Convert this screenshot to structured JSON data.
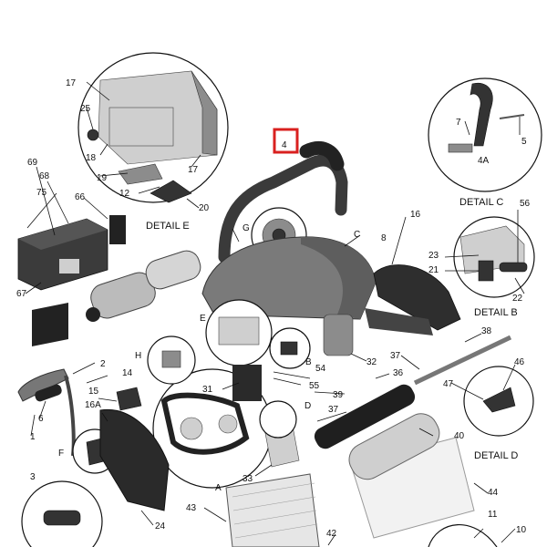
{
  "diagram": {
    "callouts": [
      "1",
      "2",
      "3",
      "4",
      "5",
      "6",
      "7",
      "8",
      "10",
      "11",
      "12",
      "14",
      "15",
      "16",
      "16A",
      "17",
      "18",
      "19",
      "20",
      "21",
      "22",
      "23",
      "24",
      "25",
      "31",
      "32",
      "33",
      "36",
      "37",
      "38",
      "39",
      "40",
      "42",
      "43",
      "44",
      "46",
      "47",
      "54",
      "55",
      "56",
      "66",
      "67",
      "68",
      "69",
      "75",
      "4A",
      "A",
      "B",
      "C",
      "D",
      "E",
      "F",
      "G",
      "H"
    ],
    "details": {
      "c": "DETAIL C",
      "e": "DETAIL E",
      "b": "DETAIL B",
      "d": "DETAIL D"
    },
    "highlighted_part": "4"
  }
}
